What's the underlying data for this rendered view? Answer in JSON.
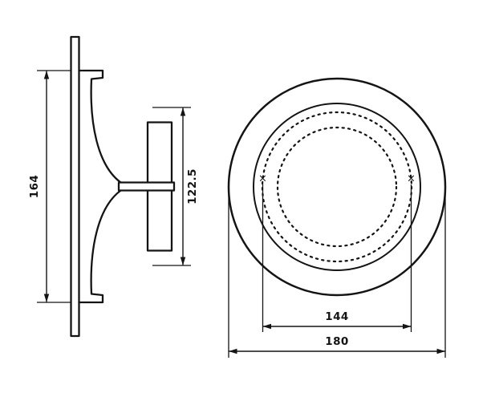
{
  "side_view": {
    "overall_height_label": "164",
    "inner_height_label": "122.5"
  },
  "front_view": {
    "screw_marker": "×",
    "bolt_spacing_label": "144",
    "outer_diameter_label": "180"
  },
  "colors": {
    "line": "#141414",
    "background": "#ffffff"
  }
}
